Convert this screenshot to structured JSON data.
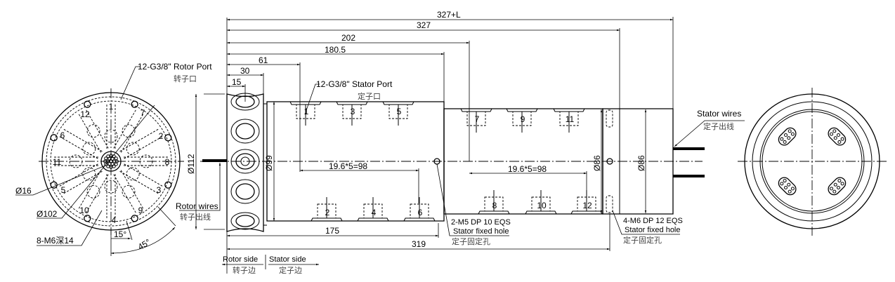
{
  "drawing": {
    "type": "slip-ring technical drawing",
    "left_view": {
      "rotor_port_label": "12-G3/8\"  Rotor Port",
      "rotor_port_cn": "转子口",
      "port_numbers": [
        "1",
        "7",
        "2",
        "8",
        "3",
        "9",
        "4",
        "10",
        "5",
        "11",
        "6",
        "12"
      ],
      "dia_16": "Ø16",
      "dia_102": "Ø102",
      "mount_holes": "8-M6深14",
      "angle_15": "15°",
      "angle_45": "45°"
    },
    "side_view": {
      "dims_top": [
        "327+L",
        "327",
        "202",
        "180.5",
        "61",
        "30",
        "15"
      ],
      "stator_port_label": "12-G3/8\" Stator Port",
      "stator_port_cn": "定子口",
      "dia_112": "Ø112",
      "dia_99": "Ø99",
      "dia_86_a": "Ø86",
      "dia_86_b": "Ø86",
      "pitch_1": "19.6*5=98",
      "pitch_2": "19.6*5=98",
      "top_ports": [
        "1",
        "3",
        "5",
        "7",
        "9",
        "11"
      ],
      "bottom_ports": [
        "2",
        "4",
        "6",
        "8",
        "10",
        "12"
      ],
      "rotor_wires": "Rotor wires",
      "rotor_wires_cn": "转子出线",
      "stator_wires": "Stator wires",
      "stator_wires_cn": "定子出线",
      "hole_1_spec": "2-M5 DP 10 EQS",
      "hole_1_label": "Stator fixed hole",
      "hole_1_cn": "定子固定孔",
      "hole_2_spec": "4-M6 DP 12 EQS",
      "hole_2_label": "Stator fixed hole",
      "hole_2_cn": "定子固定孔",
      "dim_175": "175",
      "dim_319": "319"
    },
    "legend": {
      "rotor_side": "Rotor side",
      "rotor_side_cn": "转子边",
      "stator_side": "Stator side",
      "stator_side_cn": "定子边"
    }
  }
}
